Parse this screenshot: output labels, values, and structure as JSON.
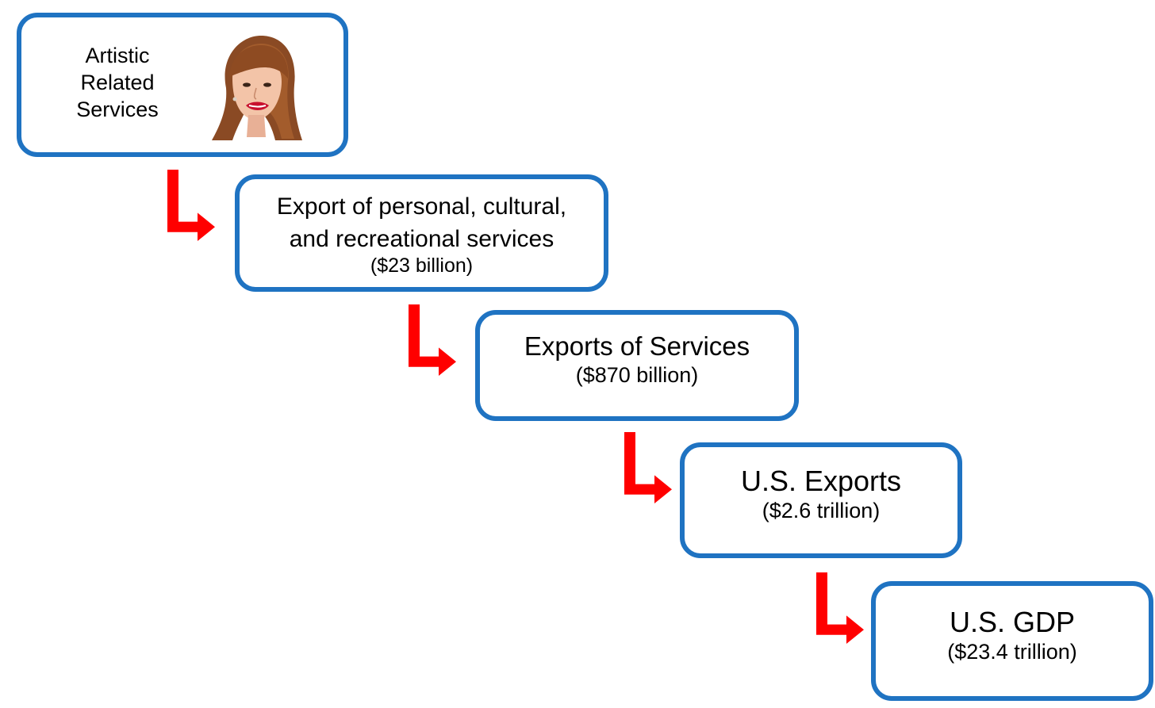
{
  "flow": {
    "steps": [
      {
        "label_line1": "Artistic",
        "label_line2": "Related",
        "label_line3": "Services",
        "image": "performer-portrait"
      },
      {
        "title_line1": "Export of personal, cultural,",
        "title_line2": "and recreational services",
        "value": "($23 billion)"
      },
      {
        "title": "Exports of Services",
        "value": "($870 billion)"
      },
      {
        "title": "U.S. Exports",
        "value": "($2.6 trillion)"
      },
      {
        "title": "U.S. GDP",
        "value": "($23.4 trillion)"
      }
    ],
    "connector_icon": "elbow-arrow-icon"
  },
  "colors": {
    "box_border": "#1f73c2",
    "arrow": "#ff0000",
    "background": "#ffffff"
  }
}
